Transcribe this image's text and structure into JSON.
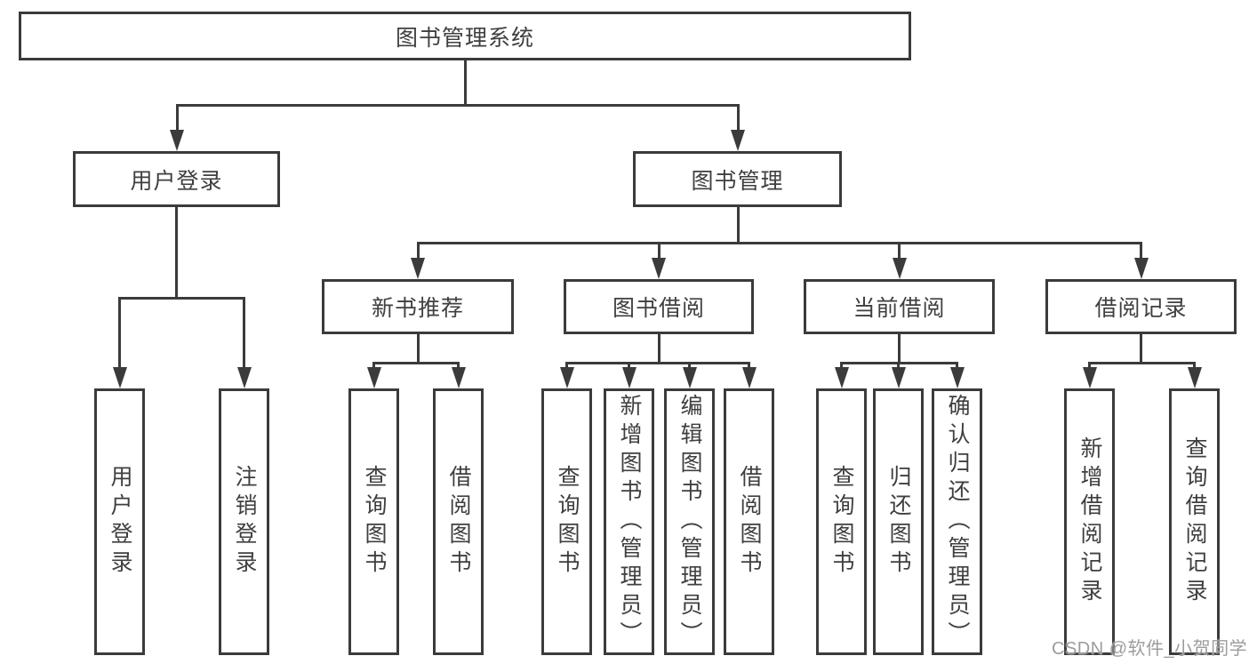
{
  "tree": {
    "label": "图书管理系统",
    "children": [
      {
        "label": "用户登录",
        "children": [
          {
            "label": "用户登录"
          },
          {
            "label": "注销登录"
          }
        ]
      },
      {
        "label": "图书管理",
        "children": [
          {
            "label": "新书推荐",
            "children": [
              {
                "label": "查询图书"
              },
              {
                "label": "借阅图书"
              }
            ]
          },
          {
            "label": "图书借阅",
            "children": [
              {
                "label": "查询图书"
              },
              {
                "label": "新增图书（管理员）"
              },
              {
                "label": "编辑图书（管理员）"
              },
              {
                "label": "借阅图书"
              }
            ]
          },
          {
            "label": "当前借阅",
            "children": [
              {
                "label": "查询图书"
              },
              {
                "label": "归还图书"
              },
              {
                "label": "确认归还（管理员）"
              }
            ]
          },
          {
            "label": "借阅记录",
            "children": [
              {
                "label": "新增借阅记录"
              },
              {
                "label": "查询借阅记录"
              }
            ]
          }
        ]
      }
    ]
  },
  "watermark": "CSDN @软件_小贺同学",
  "colors": {
    "line": "#3b3b3b",
    "text": "#3f3f3f",
    "background": "#ffffff",
    "watermark": "#9c9c9c"
  }
}
